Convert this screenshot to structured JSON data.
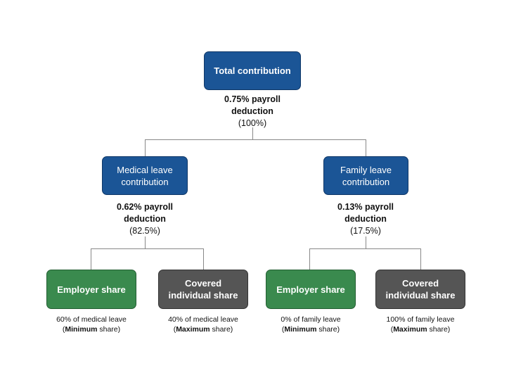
{
  "root": {
    "title": "Total contribution",
    "deduction": "0.75% payroll deduction",
    "percent": "(100%)"
  },
  "medical": {
    "title_line1": "Medical leave",
    "title_line2": "contribution",
    "deduction": "0.62% payroll deduction",
    "percent": "(82.5%)",
    "employer": {
      "title": "Employer share",
      "note_line1": "60% of medical leave",
      "note_word": "Minimum",
      "note_suffix": " share)"
    },
    "individual": {
      "title_line1": "Covered",
      "title_line2": "individual share",
      "note_line1": "40% of medical leave",
      "note_word": "Maximum",
      "note_suffix": " share)"
    }
  },
  "family": {
    "title_line1": "Family leave",
    "title_line2": "contribution",
    "deduction": "0.13% payroll deduction",
    "percent": "(17.5%)",
    "employer": {
      "title": "Employer share",
      "note_line1": "0% of family leave",
      "note_word": "Minimum",
      "note_suffix": " share)"
    },
    "individual": {
      "title_line1": "Covered",
      "title_line2": "individual share",
      "note_line1": "100% of family leave",
      "note_word": "Maximum",
      "note_suffix": " share)"
    }
  },
  "open_paren": "(",
  "colors": {
    "blue": "#1b5596",
    "green": "#3a8a4e",
    "gray": "#555555",
    "connector": "#888888"
  }
}
